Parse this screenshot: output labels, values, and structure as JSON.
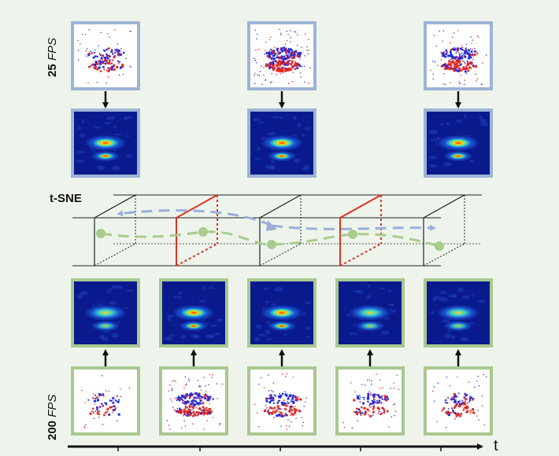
{
  "labels": {
    "top_rate_num": "25",
    "top_rate_unit": "FPS",
    "bottom_rate_num": "200",
    "bottom_rate_unit": "FPS",
    "middle_title": "t-SNE",
    "time_axis": "t"
  },
  "colors": {
    "background": "#eef4ec",
    "top_frame_border": "#9db4d6",
    "bottom_frame_border": "#a9c890",
    "event_positive": "#e8241a",
    "event_negative": "#1f2de0",
    "heatmap_base": "#0a1a8c",
    "blue_trajectory": "#9aafd8",
    "green_trajectory": "#a9cc8c",
    "red_plane": "#e03020",
    "arrow": "#111111"
  },
  "rows": {
    "top_event_frames": 3,
    "top_heatmaps": 3,
    "bottom_heatmaps": 5,
    "bottom_event_frames": 5
  }
}
